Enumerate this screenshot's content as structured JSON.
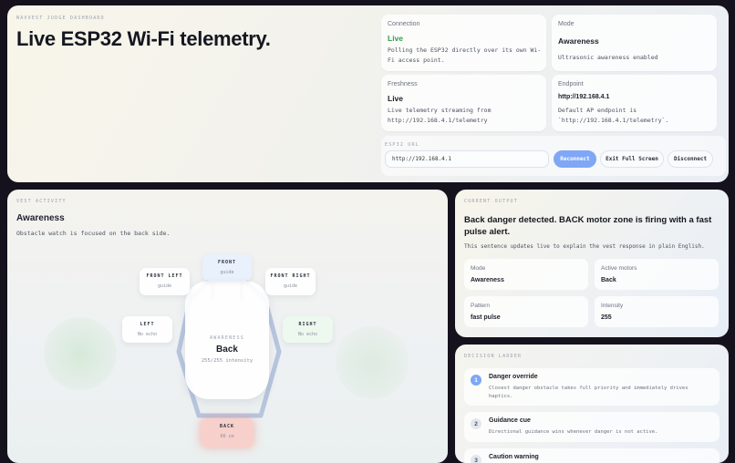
{
  "header": {
    "kicker": "NAVVEST JUDGE DASHBOARD",
    "title": "Live ESP32 Wi-Fi telemetry."
  },
  "status_cards": [
    {
      "label": "Connection",
      "value": "Live",
      "desc": "Polling the ESP32 directly over its own Wi-Fi access point."
    },
    {
      "label": "Mode",
      "value": "Awareness",
      "desc": "Ultrasonic awareness enabled"
    },
    {
      "label": "Freshness",
      "value": "Live",
      "desc": "Live telemetry streaming from http://192.168.4.1/telemetry"
    },
    {
      "label": "Endpoint",
      "value": "http://192.168.4.1",
      "desc": "Default AP endpoint is `http://192.168.4.1/telemetry`."
    }
  ],
  "url_bar": {
    "label": "ESP32 URL",
    "value": "http://192.168.4.1",
    "reconnect": "Reconnect",
    "fullscreen": "Exit Full Screen",
    "disconnect": "Disconnect"
  },
  "colors": {
    "accent": "#7fa7f5",
    "live_green": "#2f9e44",
    "danger_glow": "#f8cdc8"
  },
  "vest": {
    "kicker": "VEST ACTIVITY",
    "mode": "Awareness",
    "desc": "Obstacle watch is focused on the back side.",
    "core": {
      "kicker": "AWARENESS",
      "zone": "Back",
      "intensity": "255/255 intensity"
    },
    "zones": {
      "front": {
        "name": "FRONT",
        "status": "guide"
      },
      "front_left": {
        "name": "FRONT LEFT",
        "status": "guide"
      },
      "front_right": {
        "name": "FRONT RIGHT",
        "status": "guide"
      },
      "left": {
        "name": "LEFT",
        "status": "No echo"
      },
      "right": {
        "name": "RIGHT",
        "status": "No echo"
      },
      "back": {
        "name": "BACK",
        "status": "66 cm"
      }
    }
  },
  "output": {
    "kicker": "CURRENT OUTPUT",
    "headline": "Back danger detected. BACK motor zone is firing with a fast pulse alert.",
    "sub": "This sentence updates live to explain the vest response in plain English.",
    "fields": [
      {
        "label": "Mode",
        "value": "Awareness"
      },
      {
        "label": "Active motors",
        "value": "Back"
      },
      {
        "label": "Pattern",
        "value": "fast pulse"
      },
      {
        "label": "Intensity",
        "value": "255"
      }
    ]
  },
  "ladder": {
    "kicker": "DECISION LADDER",
    "steps": [
      {
        "num": "1",
        "title": "Danger override",
        "desc": "Closest danger obstacle takes full priority and immediately drives haptics."
      },
      {
        "num": "2",
        "title": "Guidance cue",
        "desc": "Directional guidance wins whenever danger is not active."
      },
      {
        "num": "3",
        "title": "Caution warning",
        "desc": ""
      }
    ]
  }
}
